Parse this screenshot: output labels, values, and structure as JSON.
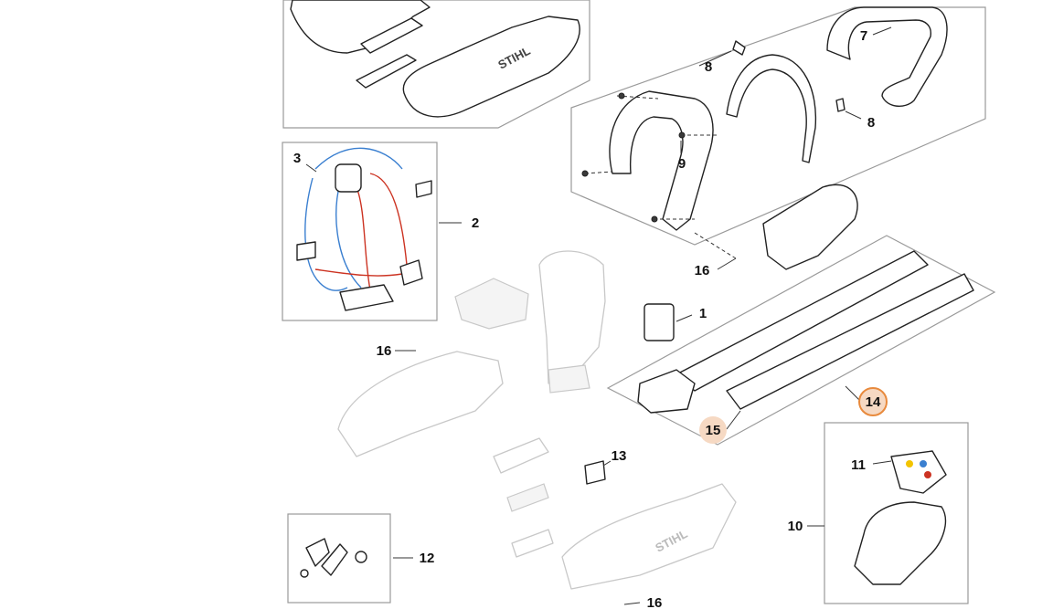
{
  "callouts": {
    "c1": "1",
    "c2": "2",
    "c3": "3",
    "c7": "7",
    "c8a": "8",
    "c8b": "8",
    "c9": "9",
    "c10": "10",
    "c11": "11",
    "c12": "12",
    "c13": "13",
    "c14": "14",
    "c15": "15",
    "c16a": "16",
    "c16b": "16",
    "c16c": "16"
  },
  "brand": "STIHL",
  "colors": {
    "highlight_fill": "#f6d9c3",
    "highlight_ring": "#e88a3d",
    "wire_blue": "#3a7fd0",
    "wire_red": "#cc3322"
  }
}
